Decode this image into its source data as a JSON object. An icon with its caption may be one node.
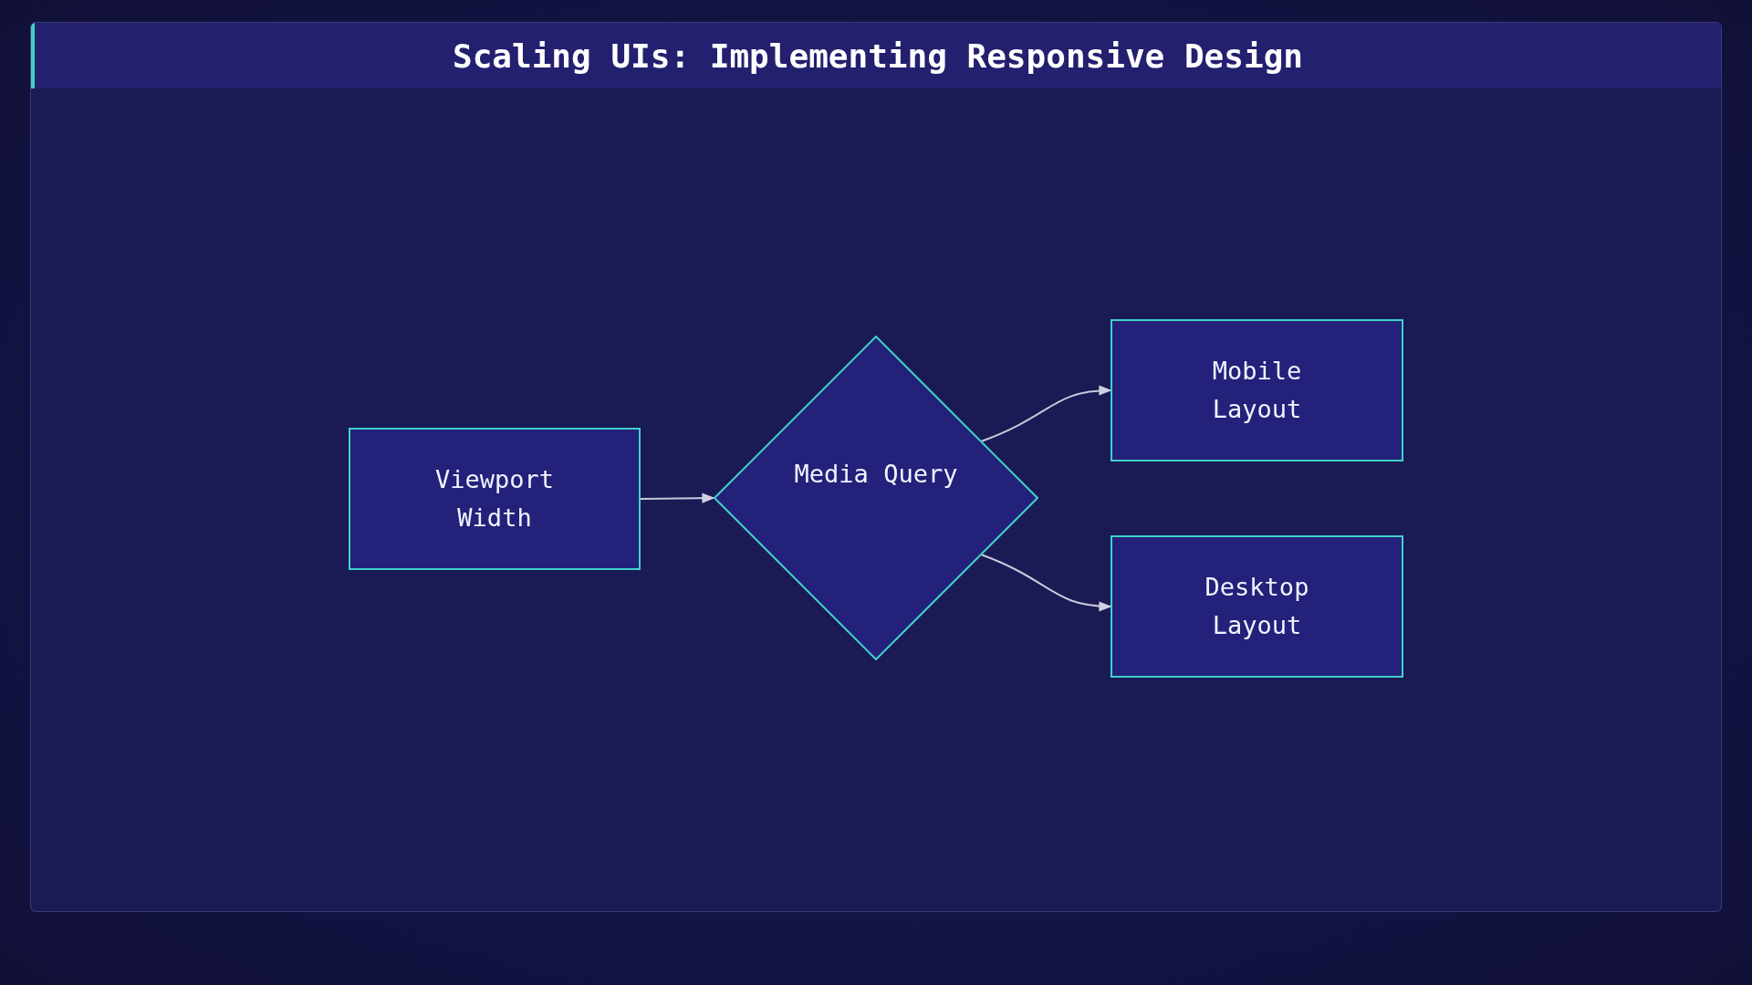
{
  "diagram": {
    "title": "Scaling UIs: Implementing Responsive Design",
    "nodes": [
      {
        "text": [
          "Viewport Width"
        ]
      },
      {
        "text": [
          "Media Query"
        ]
      },
      {
        "text": [
          "Mobile Layout"
        ]
      },
      {
        "text": [
          "Desktop Layout"
        ]
      }
    ],
    "edges": [
      {
        "from": 0,
        "to": 1,
        "arrow": "to"
      },
      {
        "from": 1,
        "to": 2,
        "arrow": "to"
      },
      {
        "from": 1,
        "to": 3,
        "arrow": "to"
      }
    ]
  }
}
